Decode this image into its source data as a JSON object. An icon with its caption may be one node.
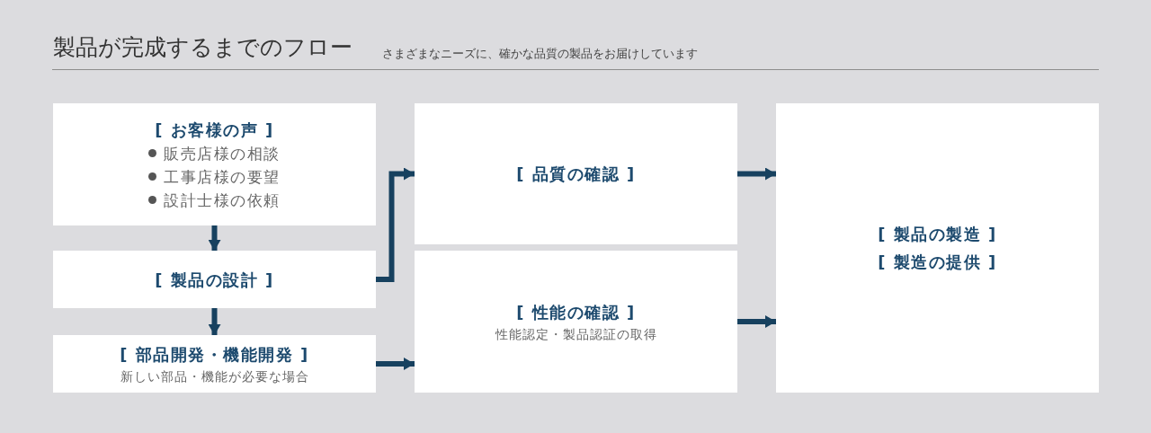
{
  "diagram": {
    "title": "製品が完成するまでのフロー",
    "nodes": [
      {
        "text": [
          "[ お客様の声 ]",
          "販売店様の相談",
          "工事店様の要望",
          "設計士様の依頼"
        ]
      },
      {
        "text": [
          "[ 製品の設計 ]"
        ]
      },
      {
        "text": [
          "[ 部品開発・機能開発 ]",
          "新しい部品・機能が必要な場合"
        ]
      },
      {
        "text": [
          "[ 品質の確認 ]"
        ]
      },
      {
        "text": [
          "[ 性能の確認 ]",
          "性能認定・製品認証の取得"
        ]
      },
      {
        "text": [
          "[ 製品の製造 ]",
          "[ 製造の提供 ]"
        ]
      }
    ],
    "edges": [
      {
        "from": 0,
        "to": 1,
        "arrow": "to"
      },
      {
        "from": 1,
        "to": 2,
        "arrow": "to"
      },
      {
        "from": 1,
        "to": 3,
        "arrow": "to"
      },
      {
        "from": 2,
        "to": 4,
        "arrow": "to"
      },
      {
        "from": 3,
        "to": 5,
        "arrow": "to"
      },
      {
        "from": 4,
        "to": 5,
        "arrow": "to"
      }
    ],
    "labels": [
      "さまざまなニーズに、確かな品質の製品をお届けしています"
    ]
  }
}
